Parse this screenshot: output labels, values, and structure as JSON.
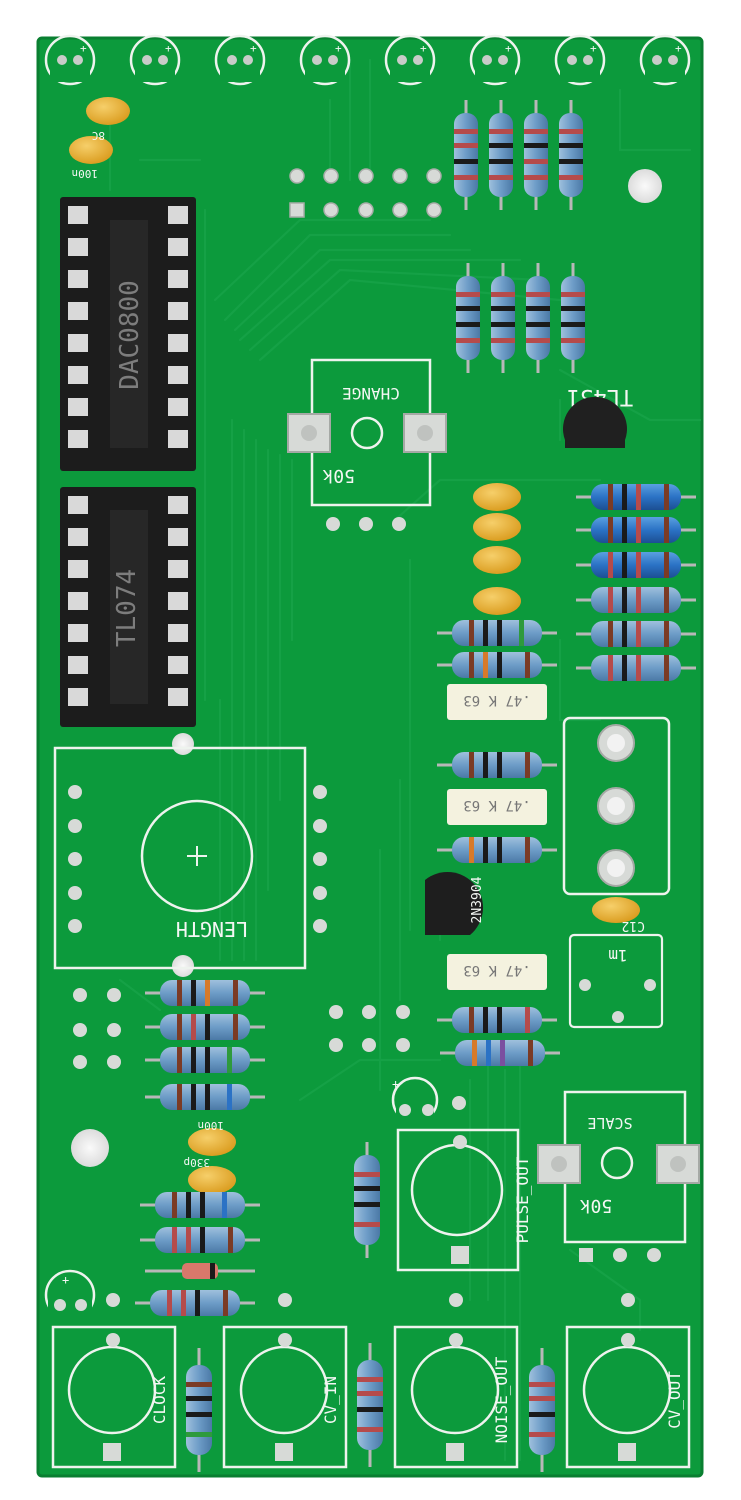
{
  "board": {
    "colors": {
      "pcb": "#0c9a3c",
      "trace": "#0f8a35",
      "silkscreen": "#f2f5f2",
      "pad": "#c9ccc9",
      "socket": "#1d1d1d"
    }
  },
  "silkscreen": {
    "dac_ic": "DAC0800",
    "opamp_ic": "TL074",
    "vref_ic": "TL431",
    "transistor": "2N3904",
    "change_label": "CHANGE",
    "change_value": "50k",
    "scale_label": "SCALE",
    "scale_value": "50k",
    "length_label": "LENGTH",
    "pulse_out_label": "PULSE_OUT",
    "clock_label": "CLOCK",
    "cv_in_label": "CV_IN",
    "noise_out_label": "NOISE_OUT",
    "cv_out_label": "CV_OUT",
    "film_cap_1": ".47 K 63",
    "film_cap_2": ".47 K 63",
    "film_cap_3": ".47 K 63",
    "cap_c12": "C12",
    "cap_1m": "1m",
    "cap_100n": "100n",
    "cap_330p": "330p",
    "cap_8c": "8C"
  }
}
